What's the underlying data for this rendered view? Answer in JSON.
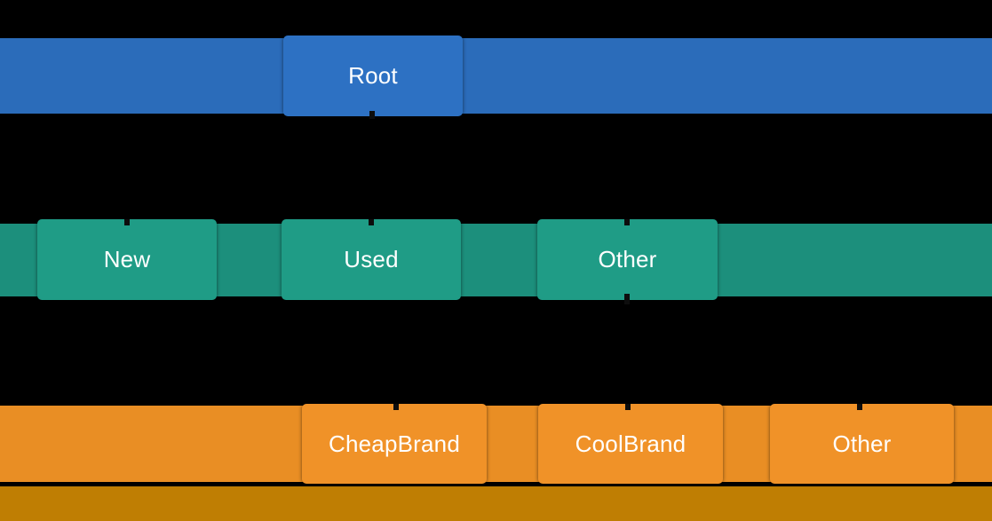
{
  "visualization": {
    "kind": "hierarchy-tree-bands",
    "background": "#000000"
  },
  "palette": {
    "level0_band": "#2b6cba",
    "level0_node": "#2d71c3",
    "level1_band": "#1c8f7c",
    "level1_node": "#1f9c86",
    "level2_band": "#e98e24",
    "level2_node": "#f09228",
    "truncated_level": "#bf7e03",
    "label_text": "#ffffff"
  },
  "tree": {
    "levels": [
      {
        "depth": 0,
        "nodes": [
          {
            "label": "Root"
          }
        ]
      },
      {
        "depth": 1,
        "nodes": [
          {
            "label": "New"
          },
          {
            "label": "Used"
          },
          {
            "label": "Other"
          }
        ]
      },
      {
        "depth": 2,
        "nodes": [
          {
            "label": "CheapBrand"
          },
          {
            "label": "CoolBrand"
          },
          {
            "label": "Other"
          }
        ]
      }
    ],
    "edges": [
      {
        "from": "Root",
        "to": "New"
      },
      {
        "from": "Root",
        "to": "Used"
      },
      {
        "from": "Root",
        "to": "Other"
      },
      {
        "from": "Other",
        "to": "CheapBrand"
      },
      {
        "from": "Other",
        "to": "CoolBrand"
      },
      {
        "from": "Other",
        "to": "Other"
      }
    ]
  }
}
